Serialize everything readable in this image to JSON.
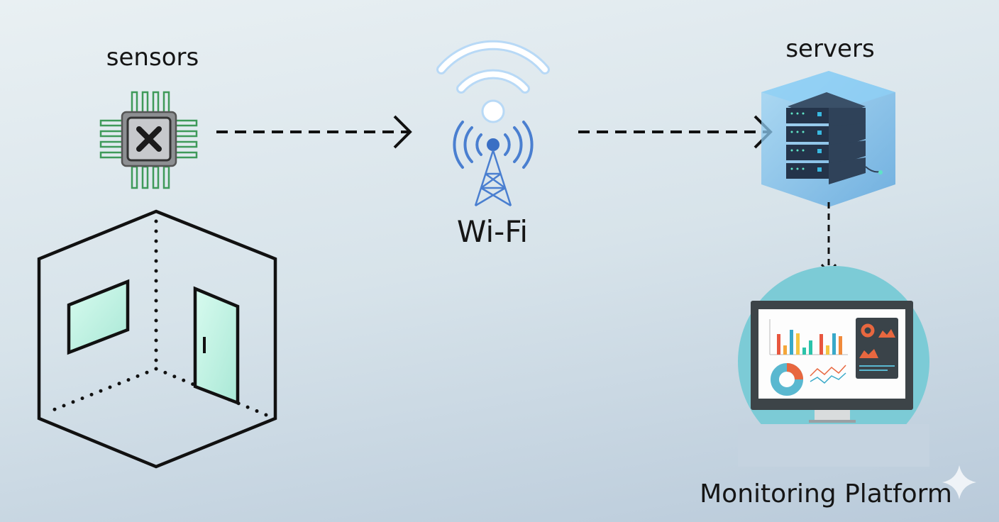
{
  "labels": {
    "sensors": "sensors",
    "wifi": "Wi-Fi",
    "servers": "servers",
    "monitoring": "Monitoring Platform"
  },
  "icons": [
    "chip-sensor-icon",
    "wifi-tower-icon",
    "server-rack-icon",
    "monitor-dashboard-icon",
    "room-icon",
    "sparkle-icon"
  ],
  "colors": {
    "accent_blue": "#4a7fd0",
    "teal_circle": "#7ccbd6",
    "chip_green": "#3f9a5a",
    "server_box": "#6fb9e8"
  }
}
